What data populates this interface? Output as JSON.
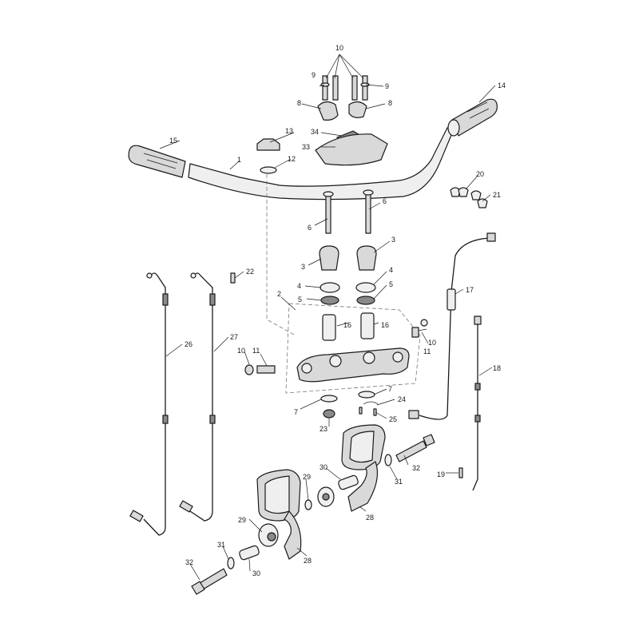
{
  "callouts": [
    {
      "id": "c1",
      "text": "1"
    },
    {
      "id": "c2",
      "text": "2"
    },
    {
      "id": "c3a",
      "text": "3"
    },
    {
      "id": "c3b",
      "text": "3"
    },
    {
      "id": "c4a",
      "text": "4"
    },
    {
      "id": "c4b",
      "text": "4"
    },
    {
      "id": "c5a",
      "text": "5"
    },
    {
      "id": "c5b",
      "text": "5"
    },
    {
      "id": "c6a",
      "text": "6"
    },
    {
      "id": "c6b",
      "text": "6"
    },
    {
      "id": "c7a",
      "text": "7"
    },
    {
      "id": "c7b",
      "text": "7"
    },
    {
      "id": "c8a",
      "text": "8"
    },
    {
      "id": "c8b",
      "text": "8"
    },
    {
      "id": "c9a",
      "text": "9"
    },
    {
      "id": "c9b",
      "text": "9"
    },
    {
      "id": "c10a",
      "text": "10"
    },
    {
      "id": "c10b",
      "text": "10"
    },
    {
      "id": "c10c",
      "text": "10"
    },
    {
      "id": "c11a",
      "text": "11"
    },
    {
      "id": "c11b",
      "text": "11"
    },
    {
      "id": "c12",
      "text": "12"
    },
    {
      "id": "c13",
      "text": "13"
    },
    {
      "id": "c14",
      "text": "14"
    },
    {
      "id": "c15",
      "text": "15"
    },
    {
      "id": "c16a",
      "text": "16"
    },
    {
      "id": "c16b",
      "text": "16"
    },
    {
      "id": "c17",
      "text": "17"
    },
    {
      "id": "c18",
      "text": "18"
    },
    {
      "id": "c19",
      "text": "19"
    },
    {
      "id": "c20",
      "text": "20"
    },
    {
      "id": "c21",
      "text": "21"
    },
    {
      "id": "c22",
      "text": "22"
    },
    {
      "id": "c23",
      "text": "23"
    },
    {
      "id": "c24",
      "text": "24"
    },
    {
      "id": "c25",
      "text": "25"
    },
    {
      "id": "c26",
      "text": "26"
    },
    {
      "id": "c27",
      "text": "27"
    },
    {
      "id": "c28a",
      "text": "28"
    },
    {
      "id": "c28b",
      "text": "28"
    },
    {
      "id": "c29a",
      "text": "29"
    },
    {
      "id": "c29b",
      "text": "29"
    },
    {
      "id": "c30a",
      "text": "30"
    },
    {
      "id": "c30b",
      "text": "30"
    },
    {
      "id": "c31a",
      "text": "31"
    },
    {
      "id": "c31b",
      "text": "31"
    },
    {
      "id": "c32a",
      "text": "32"
    },
    {
      "id": "c32b",
      "text": "32"
    },
    {
      "id": "c33",
      "text": "33"
    },
    {
      "id": "c34",
      "text": "34"
    }
  ]
}
